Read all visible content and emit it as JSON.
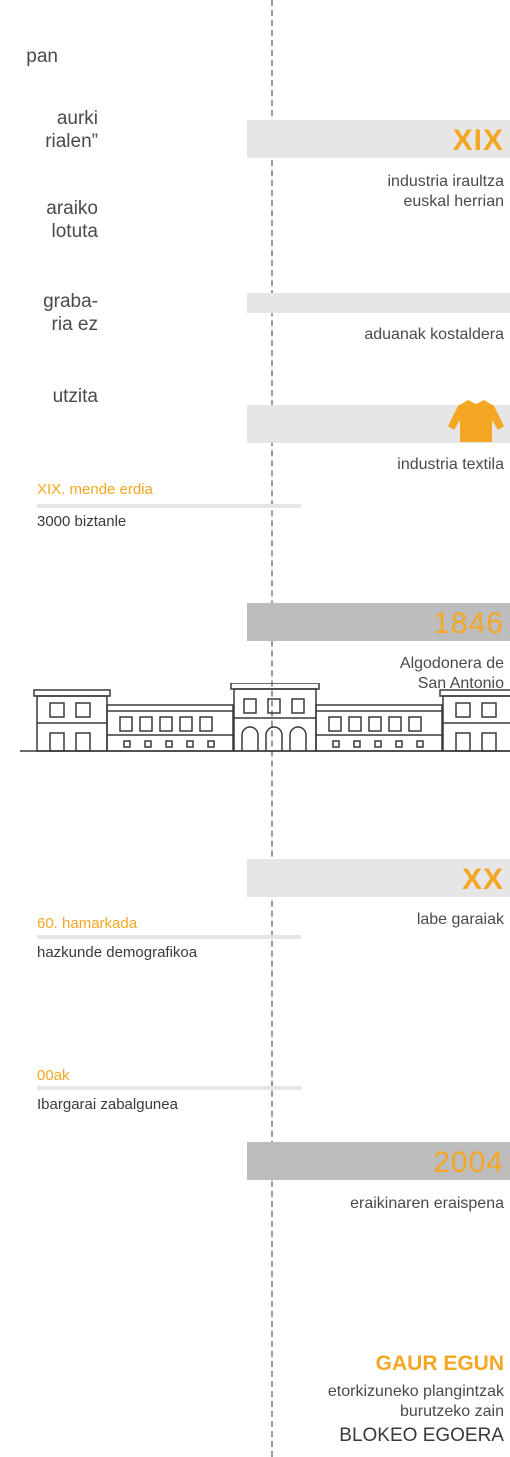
{
  "intro_fragments": [
    "pan",
    "aurki",
    "rialen”",
    "araiko",
    "lotuta",
    "graba-",
    "ria  ez",
    "utzita"
  ],
  "timeline": {
    "xix": {
      "label": "XIX",
      "caption": [
        "industria iraultza",
        "euskal herrian"
      ]
    },
    "aduanak": {
      "caption": "aduanak kostaldera"
    },
    "textila": {
      "icon": "sweater-icon",
      "caption": "industria textila"
    },
    "mende_erdia": {
      "label": "XIX. mende erdia",
      "text": "3000 biztanle"
    },
    "y1846": {
      "label": "1846",
      "caption": [
        "Algodonera de",
        "San Antonio"
      ],
      "icon": "factory-building-icon"
    },
    "xx": {
      "label": "XX",
      "caption": "labe garaiak"
    },
    "hamarkada": {
      "label": "60. hamarkada",
      "text": "hazkunde demografikoa"
    },
    "ooak": {
      "label": "00ak",
      "text": "Ibargarai zabalgunea"
    },
    "y2004": {
      "label": "2004",
      "caption": "eraikinaren eraispena"
    },
    "gaur": {
      "label": "GAUR EGUN",
      "caption": [
        "etorkizuneko plangintzak",
        "burutzeko zain"
      ],
      "status": "BLOKEO EGOERA"
    }
  },
  "colors": {
    "accent": "#f5a623",
    "bar_light": "#e6e6e6",
    "bar_dark": "#bdbdbd",
    "text": "#3a3a3a"
  }
}
